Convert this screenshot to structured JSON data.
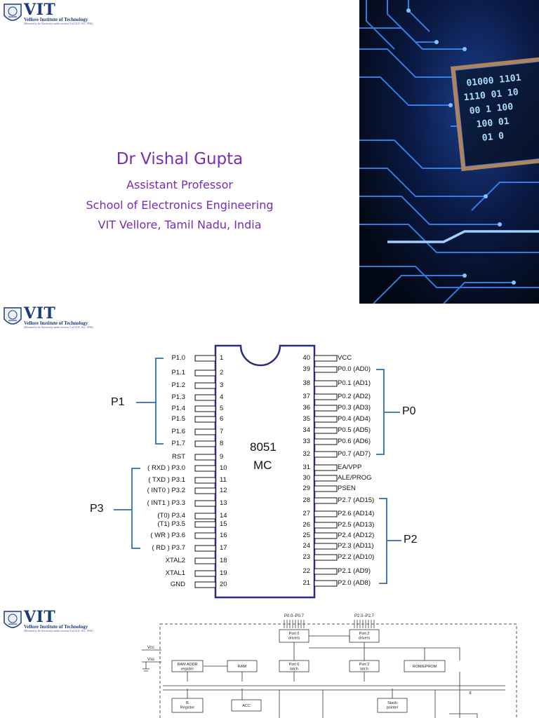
{
  "logo": {
    "name": "VIT",
    "subtitle": "Vellore Institute of Technology",
    "tagline": "(Deemed to be University under section 3 of UGC Act, 1956)"
  },
  "title_slide": {
    "name": "Dr Vishal Gupta",
    "designation": "Assistant Professor",
    "school": "School of Electronics Engineering",
    "location": "VIT Vellore, Tamil Nadu, India"
  },
  "pinout": {
    "chip_label_1": "8051",
    "chip_label_2": "MC",
    "left_pins": [
      {
        "name": "P1.0",
        "num": "1"
      },
      {
        "name": "P1.1",
        "num": "2"
      },
      {
        "name": "P1.2",
        "num": "3"
      },
      {
        "name": "P1.3",
        "num": "4"
      },
      {
        "name": "P1.4",
        "num": "5"
      },
      {
        "name": "P1.5",
        "num": "6"
      },
      {
        "name": "P1.6",
        "num": "7"
      },
      {
        "name": "P1.7",
        "num": "8"
      },
      {
        "name": "RST",
        "num": "9"
      },
      {
        "name": "( RXD ) P3.0",
        "num": "10"
      },
      {
        "name": "( TXD ) P3.1",
        "num": "11"
      },
      {
        "name": "( INT0 ) P3.2",
        "num": "12"
      },
      {
        "name": "( INT1 ) P3.3",
        "num": "13"
      },
      {
        "name": "(T0) P3.4",
        "num": "14"
      },
      {
        "name": "(T1) P3.5",
        "num": "15"
      },
      {
        "name": "( WR ) P3.6",
        "num": "16"
      },
      {
        "name": "( RD ) P3.7",
        "num": "17"
      },
      {
        "name": "XTAL2",
        "num": "18"
      },
      {
        "name": "XTAL1",
        "num": "19"
      },
      {
        "name": "GND",
        "num": "20"
      }
    ],
    "right_pins": [
      {
        "name": "VCC",
        "num": "40"
      },
      {
        "name": "P0.0 (AD0)",
        "num": "39"
      },
      {
        "name": "P0.1 (AD1)",
        "num": "38"
      },
      {
        "name": "P0.2 (AD2)",
        "num": "37"
      },
      {
        "name": "P0.3 (AD3)",
        "num": "36"
      },
      {
        "name": "P0.4 (AD4)",
        "num": "35"
      },
      {
        "name": "P0.5 (AD5)",
        "num": "34"
      },
      {
        "name": "P0.6 (AD6)",
        "num": "33"
      },
      {
        "name": "P0.7 (AD7)",
        "num": "32"
      },
      {
        "name": "EA/VPP",
        "num": "31"
      },
      {
        "name": "ALE/PROG",
        "num": "30"
      },
      {
        "name": "PSEN",
        "num": "29"
      },
      {
        "name": "P2.7 (AD15)",
        "num": "28"
      },
      {
        "name": "P2.6 (AD14)",
        "num": "27"
      },
      {
        "name": "P2.5 (AD13)",
        "num": "26"
      },
      {
        "name": "P2.4 (AD12)",
        "num": "25"
      },
      {
        "name": "P2.3 (AD11)",
        "num": "24"
      },
      {
        "name": "P2.2 (AD10)",
        "num": "23"
      },
      {
        "name": "P2.1 (AD9)",
        "num": "22"
      },
      {
        "name": "P2.0 (AD8)",
        "num": "21"
      }
    ],
    "groups": {
      "p1": "P1",
      "p0": "P0",
      "p3": "P3",
      "p2": "P2"
    }
  },
  "block_diagram": {
    "bus_p0": "P0.0–P0.7",
    "bus_p2": "P2.0–P2.7",
    "vcc": "Vcc",
    "vss": "Vss",
    "port0_drivers": "Port 0\ndrivers",
    "port2_drivers": "Port 2\ndrivers",
    "ram_addr": "RAM ADDR\nregister",
    "ram": "RAM",
    "port0_latch": "Port 0\nlatch",
    "port2_latch": "Port 2\nlatch",
    "rom": "ROM/EPROM",
    "b_reg": "B\nRegister",
    "acc": "ACC",
    "stack": "Stack\npointer",
    "bus_width": "8"
  },
  "colors": {
    "purple": "#7a2bb8",
    "vit_blue": "#1f3a7a",
    "chip_border": "#2a2a8a"
  }
}
